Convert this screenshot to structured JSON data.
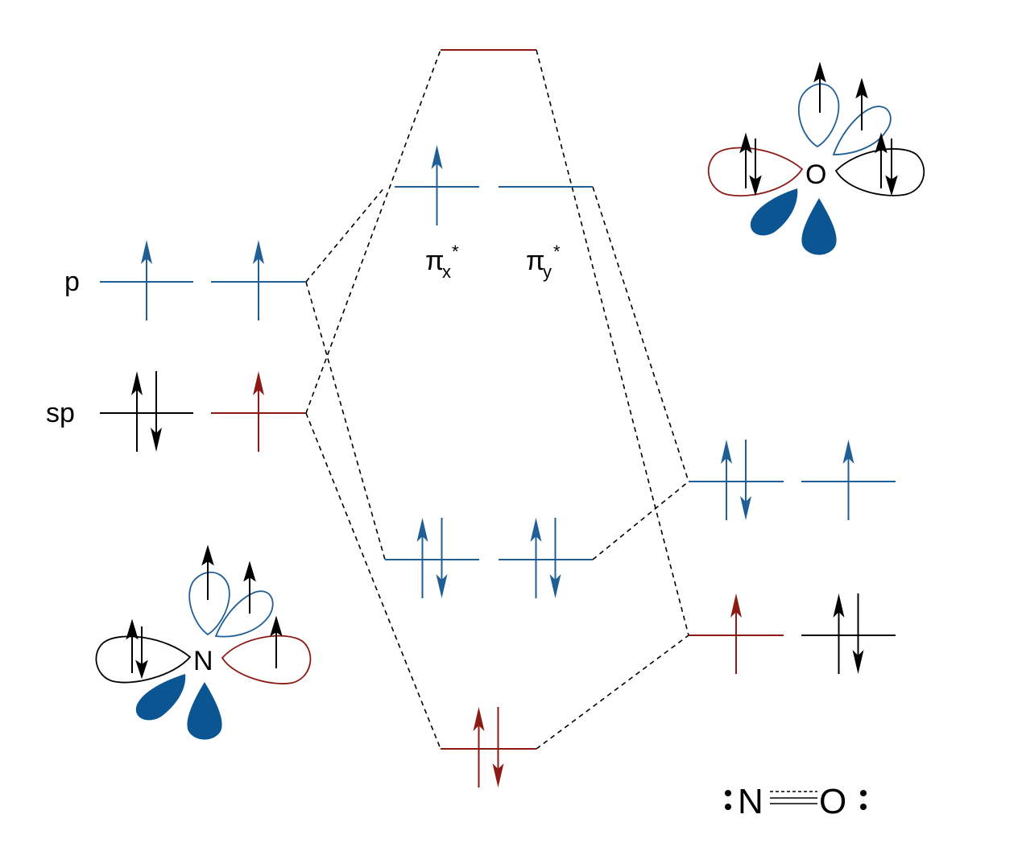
{
  "colors": {
    "blue": "#1f5f95",
    "red": "#8b1a14",
    "black": "#000000",
    "lobe_fill": "#0b5592"
  },
  "nitrogen": {
    "symbol": "N",
    "levels": [
      {
        "label": "p",
        "orbitals": [
          {
            "color": "blue",
            "electrons": "up"
          },
          {
            "color": "blue",
            "electrons": "up"
          }
        ]
      },
      {
        "label": "sp",
        "orbitals": [
          {
            "color": "black",
            "electrons": "pair"
          },
          {
            "color": "red",
            "electrons": "up"
          }
        ]
      }
    ]
  },
  "oxygen": {
    "symbol": "O",
    "levels": [
      {
        "label": "",
        "orbitals": [
          {
            "color": "blue",
            "electrons": "pair"
          },
          {
            "color": "blue",
            "electrons": "up"
          }
        ]
      },
      {
        "label": "",
        "orbitals": [
          {
            "color": "red",
            "electrons": "up"
          },
          {
            "color": "black",
            "electrons": "pair"
          }
        ]
      }
    ]
  },
  "molecular_orbitals": {
    "sigma_star": {
      "color": "red",
      "electrons": "none"
    },
    "pi_star": [
      {
        "symbol": "π",
        "subscript": "x",
        "superscript": "*",
        "color": "blue",
        "electrons": "up"
      },
      {
        "symbol": "π",
        "subscript": "y",
        "superscript": "*",
        "color": "blue",
        "electrons": "none"
      }
    ],
    "pi_bonding": [
      {
        "color": "blue",
        "electrons": "pair"
      },
      {
        "color": "blue",
        "electrons": "pair"
      }
    ],
    "sigma": {
      "color": "red",
      "electrons": "pair"
    }
  },
  "lewis": {
    "left_atom": "N",
    "right_atom": "O",
    "bond": "double-with-partial",
    "lone_pair_glyph": ":"
  }
}
